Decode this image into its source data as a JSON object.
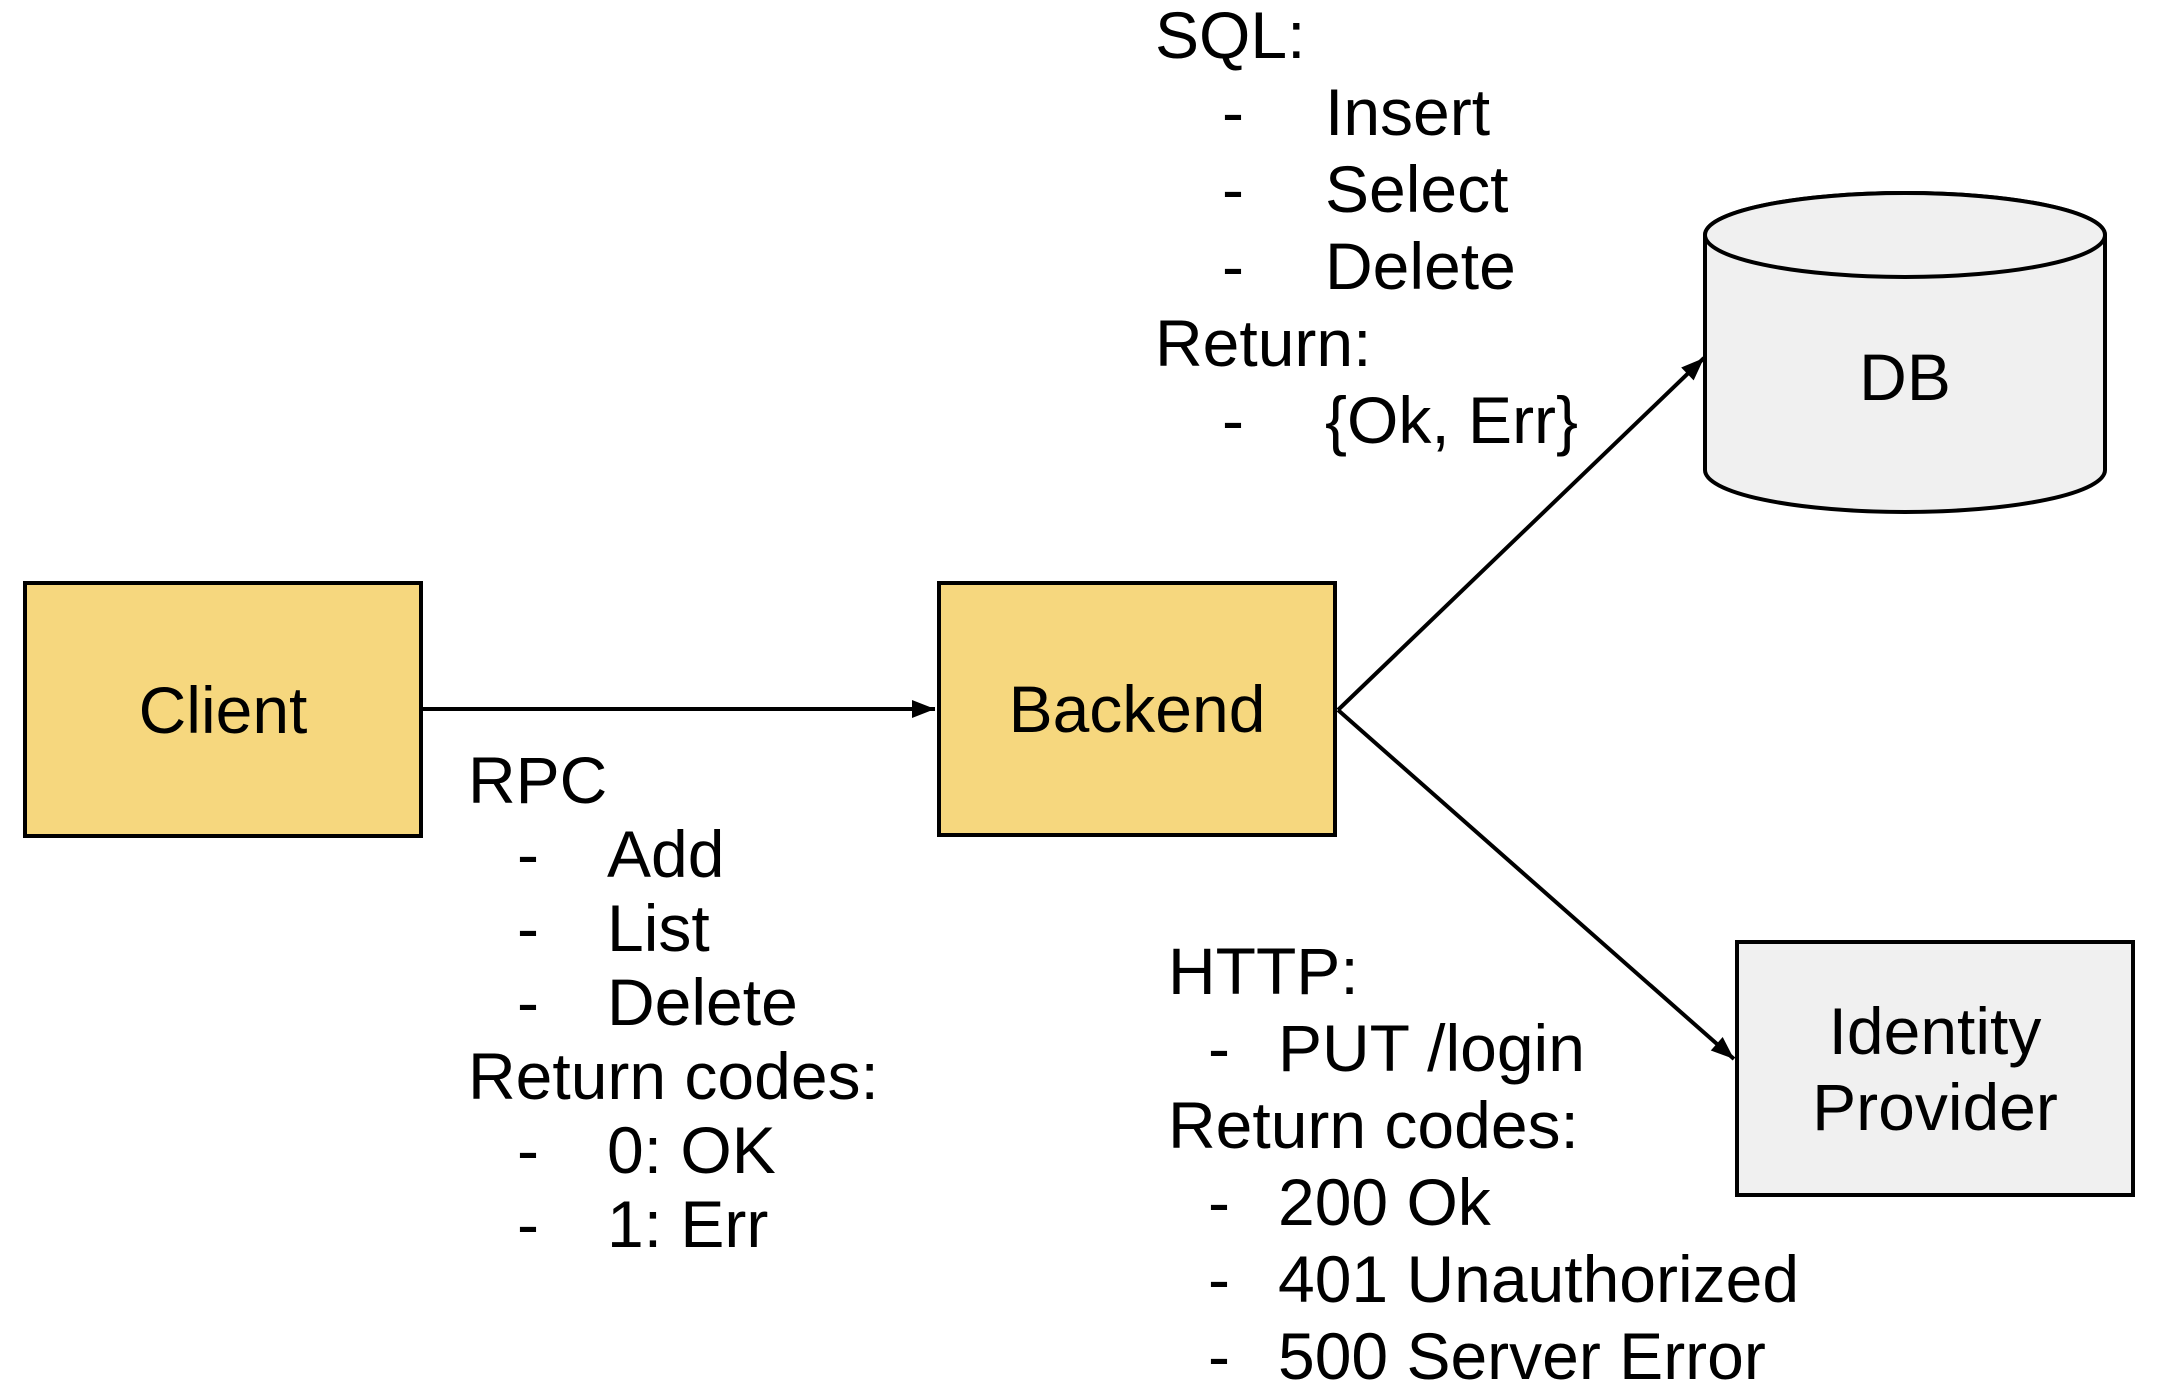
{
  "bullet": "-",
  "nodes": {
    "client": {
      "label": "Client"
    },
    "backend": {
      "label": "Backend"
    },
    "db": {
      "label": "DB"
    },
    "identity_provider": {
      "label_line1": "Identity",
      "label_line2": "Provider"
    }
  },
  "annotations": {
    "rpc": {
      "title": "RPC",
      "items": [
        "Add",
        "List",
        "Delete"
      ],
      "return_title": "Return codes:",
      "return_items": [
        "0: OK",
        "1: Err"
      ]
    },
    "sql": {
      "title": "SQL:",
      "items": [
        "Insert",
        "Select",
        "Delete"
      ],
      "return_title": "Return:",
      "return_items": [
        "{Ok, Err}"
      ]
    },
    "http": {
      "title": "HTTP:",
      "items": [
        "PUT /login"
      ],
      "return_title": "Return codes:",
      "return_items": [
        "200 Ok",
        "401 Unauthorized",
        "500 Server Error"
      ]
    }
  },
  "colors": {
    "node_yellow": "#F6D77E",
    "node_gray": "#F0F0F0",
    "stroke": "#000000"
  }
}
